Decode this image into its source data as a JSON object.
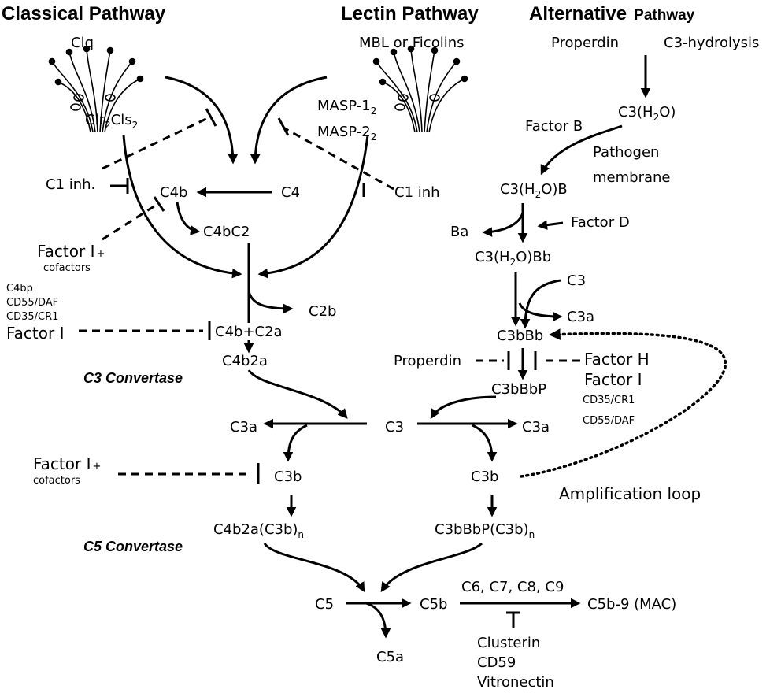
{
  "pathways": {
    "classical": "Classical Pathway",
    "lectin": "Lectin Pathway",
    "alternative_main": "Alternative",
    "alternative_sub": "Pathway"
  },
  "classical": {
    "clq": "Clq",
    "clr": "Clr",
    "clr_sub": "2",
    "cls": "Cls",
    "cls_sub": "2",
    "c1_inh": "C1 inh.",
    "c4b": "C4b",
    "c4": "C4",
    "c4bc2": "C4bC2",
    "factor_i_plus": "Factor I",
    "plus": "+",
    "cofactors": "cofactors",
    "reg_c4bp": "C4bp",
    "reg_cd55": "CD55/DAF",
    "reg_cd35": "CD35/CR1",
    "factor_i": "Factor I",
    "c2b": "C2b",
    "c4b_c2a": "C4b+C2a",
    "c4b2a": "C4b2a",
    "c3_convertase": "C3 Convertase"
  },
  "lectin": {
    "mbl": "MBL or Ficolins",
    "masp1": "MASP-1",
    "masp1_sub": "2",
    "masp2": "MASP-2",
    "masp2_sub": "2",
    "c1_inh": "C1 inh"
  },
  "alternative": {
    "properdin": "Properdin",
    "c3_hydrolysis": "C3-hydrolysis",
    "c3h2o_a": "C3(H",
    "c3h2o_sub": "2",
    "c3h2o_b": "O)",
    "factor_b": "Factor B",
    "pathogen": "Pathogen",
    "membrane": "membrane",
    "c3h2ob_b": "O)B",
    "ba": "Ba",
    "factor_d": "Factor D",
    "c3h2obb_b": "O)Bb",
    "c3": "C3",
    "c3a": "C3a",
    "c3bbb": "C3bBb",
    "properdin2": "Properdin",
    "factor_h": "Factor H",
    "factor_i": "Factor I",
    "cd35": "CD35/CR1",
    "cd55": "CD55/DAF",
    "c3bbbp": "C3bBbP"
  },
  "common": {
    "c3a_left": "C3a",
    "c3": "C3",
    "c3a_right": "C3a",
    "factor_i_plus": "Factor I",
    "plus": "+",
    "cofactors": "cofactors",
    "c3b_left": "C3b",
    "c3b_right": "C3b",
    "amplification": "Amplification loop",
    "c4b2a_c3bn": "C4b2a(C3b)",
    "c3bbbp_c3bn": "C3bBbP(C3b)",
    "n": "n",
    "c5_convertase": "C5 Convertase",
    "c5": "C5",
    "c5b": "C5b",
    "c6_c9": "C6, C7, C8, C9",
    "mac": "C5b-9 (MAC)",
    "c5a": "C5a",
    "clusterin": "Clusterin",
    "cd59": "CD59",
    "vitronectin": "Vitronectin"
  }
}
